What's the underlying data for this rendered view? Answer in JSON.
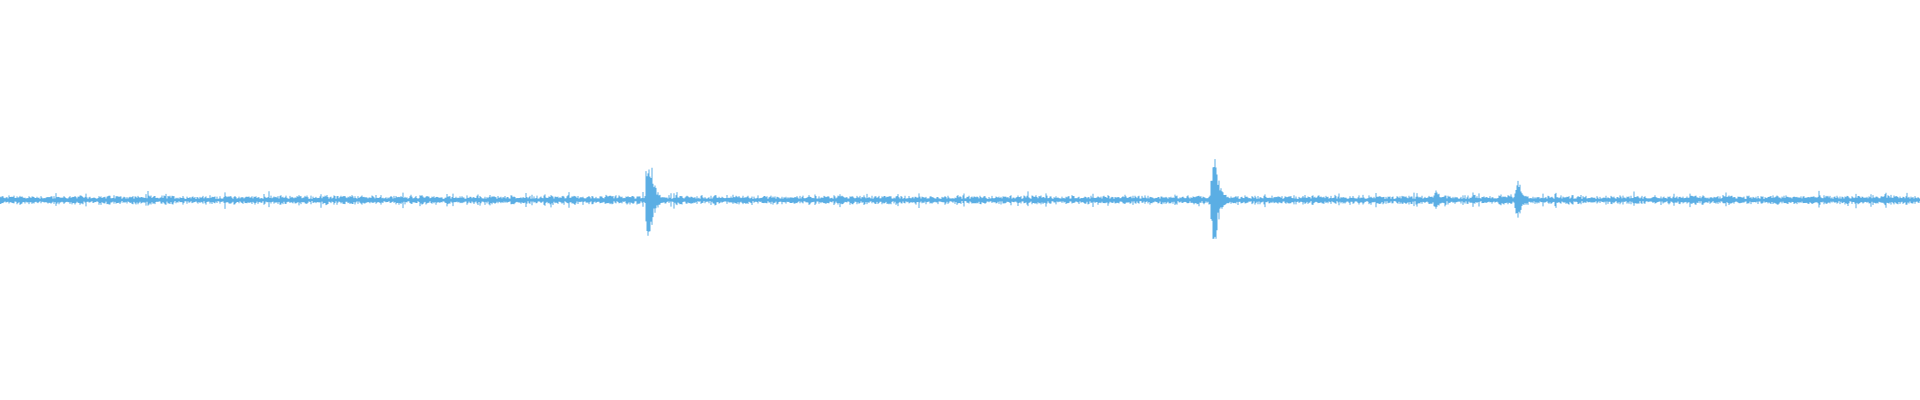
{
  "waveform": {
    "color": "#5baee4",
    "baseline_amplitude": 0.02,
    "spikes": [
      {
        "position": 0.3375,
        "amplitude": 0.38
      },
      {
        "position": 0.437,
        "amplitude": 0.05
      },
      {
        "position": 0.6315,
        "amplitude": 0.45
      },
      {
        "position": 0.7475,
        "amplitude": 0.08
      },
      {
        "position": 0.79,
        "amplitude": 0.16
      }
    ]
  }
}
